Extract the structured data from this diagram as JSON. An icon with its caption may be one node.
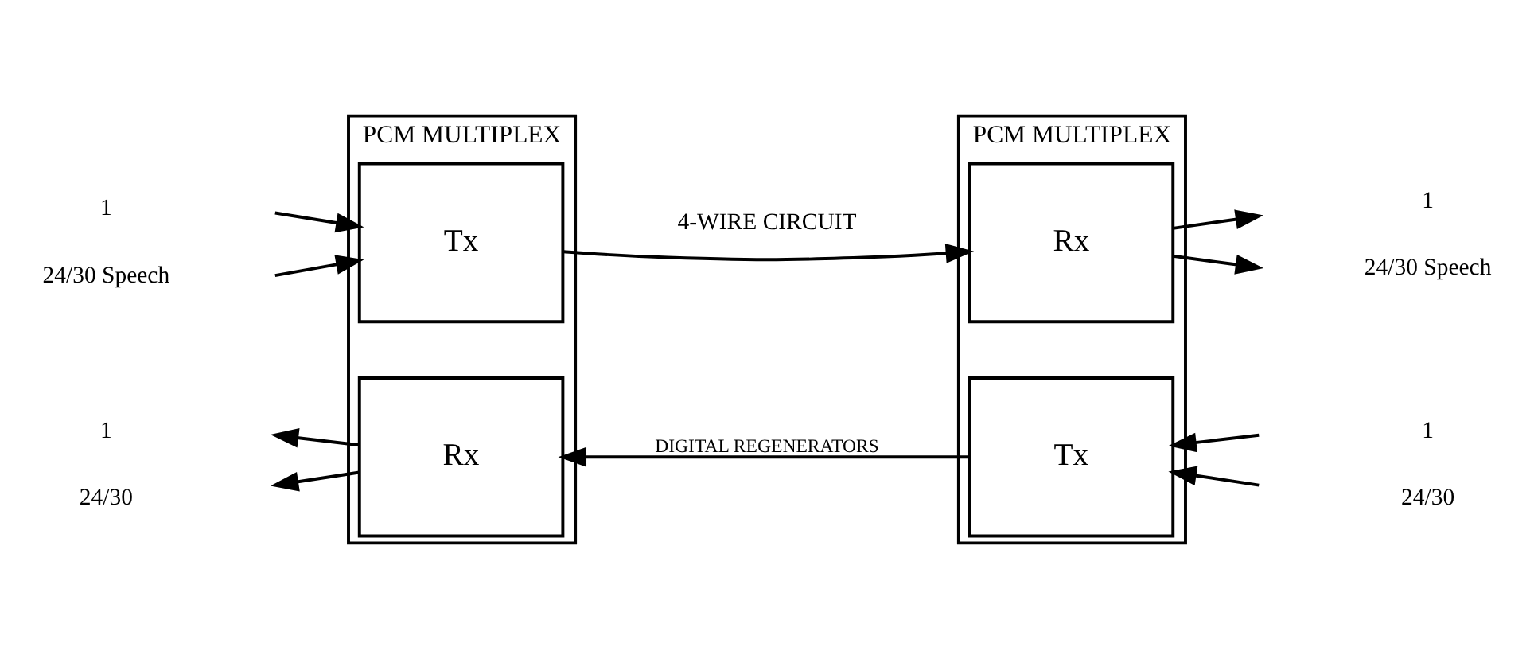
{
  "diagram": {
    "nodes": [
      {
        "text": [
          "PCM MULTIPLEX"
        ]
      },
      {
        "text": [
          "Tx"
        ],
        "in": 0
      },
      {
        "text": [
          "Rx"
        ],
        "in": 0
      },
      {
        "text": [
          "PCM MULTIPLEX"
        ]
      },
      {
        "text": [
          "Rx"
        ],
        "in": 3
      },
      {
        "text": [
          "Tx"
        ],
        "in": 3
      }
    ],
    "edges": [
      {
        "from": null,
        "to": 1,
        "arrow": "to"
      },
      {
        "from": null,
        "to": 1,
        "arrow": "to"
      },
      {
        "from": 1,
        "to": 4,
        "arrow": "to"
      },
      {
        "from": 4,
        "to": null,
        "arrow": "to"
      },
      {
        "from": 4,
        "to": null,
        "arrow": "to"
      },
      {
        "from": 2,
        "to": null,
        "arrow": "to"
      },
      {
        "from": 2,
        "to": null,
        "arrow": "to"
      },
      {
        "from": 5,
        "to": 2,
        "arrow": "to",
        "label": "DIGITAL REGENERATORS"
      },
      {
        "from": null,
        "to": 5,
        "arrow": "to"
      },
      {
        "from": null,
        "to": 5,
        "arrow": "to"
      }
    ],
    "labels": [
      "24/30 Speech",
      "1",
      "1",
      "24/30 Speech",
      "4-WIRE CIRCUIT",
      "1",
      "1",
      "24/30",
      "24/30"
    ]
  }
}
